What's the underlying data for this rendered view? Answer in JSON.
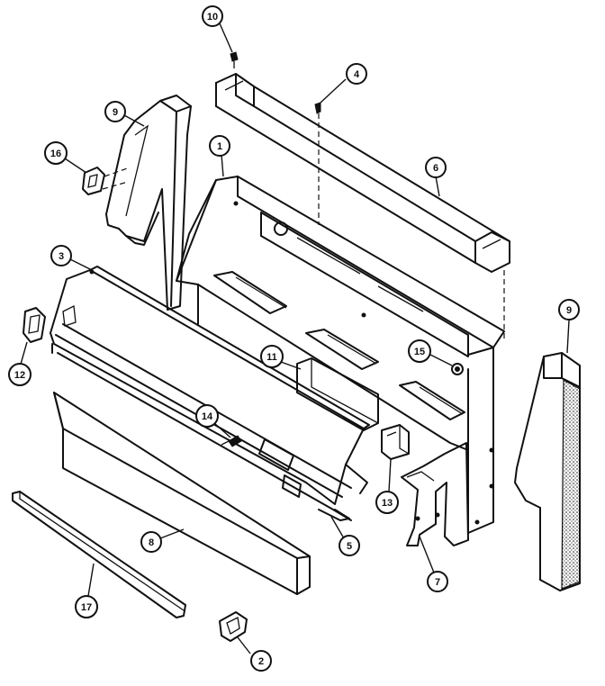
{
  "diagram": {
    "callouts": [
      {
        "id": "c10",
        "label": "10"
      },
      {
        "id": "c4",
        "label": "4"
      },
      {
        "id": "c9a",
        "label": "9"
      },
      {
        "id": "c1",
        "label": "1"
      },
      {
        "id": "c6",
        "label": "6"
      },
      {
        "id": "c16",
        "label": "16"
      },
      {
        "id": "c3",
        "label": "3"
      },
      {
        "id": "c9b",
        "label": "9"
      },
      {
        "id": "c12",
        "label": "12"
      },
      {
        "id": "c11",
        "label": "11"
      },
      {
        "id": "c15",
        "label": "15"
      },
      {
        "id": "c14",
        "label": "14"
      },
      {
        "id": "c13",
        "label": "13"
      },
      {
        "id": "c5",
        "label": "5"
      },
      {
        "id": "c8",
        "label": "8"
      },
      {
        "id": "c7",
        "label": "7"
      },
      {
        "id": "c17",
        "label": "17"
      },
      {
        "id": "c2",
        "label": "2"
      }
    ]
  }
}
